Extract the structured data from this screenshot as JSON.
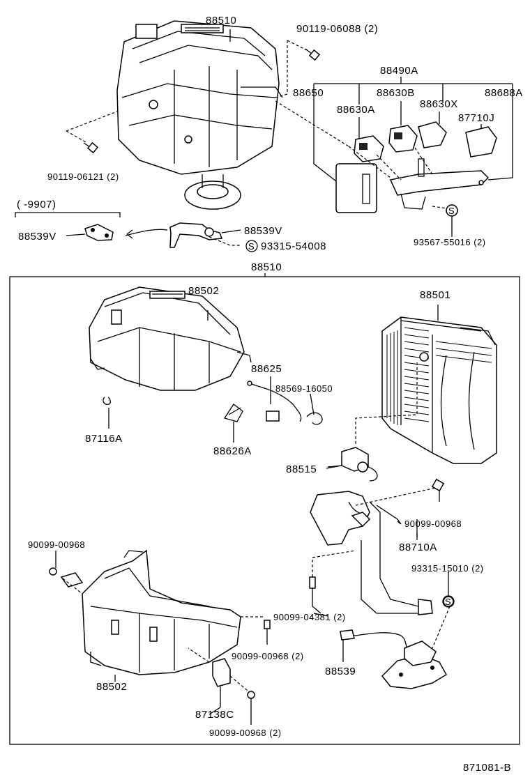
{
  "labels": {
    "assembly_top": "88510",
    "bolt_top_right": "90119-06088 (2)",
    "relay_group": "88490A",
    "relay_88650": "88650",
    "relay_88630b": "88630B",
    "relay_88688a": "88688A",
    "relay_88630a": "88630A",
    "relay_88630x": "88630X",
    "relay_87710j": "87710J",
    "bolt_left": "90119-06121 (2)",
    "date_range": "(       -9907)",
    "sensor_left": "88539V",
    "sensor_right": "88539V",
    "screw_93315_54008": "93315-54008",
    "screw_93567": "93567-55016 (2)",
    "assembly_box": "88510",
    "case_upper": "88502",
    "evaporator": "88501",
    "harness_88625": "88625",
    "clamp_88569": "88569-16050",
    "clip_87116a": "87116A",
    "clip_88626a": "88626A",
    "thermistor_88515": "88515",
    "screw_00968_a": "90099-00968",
    "expansion_valve": "88710A",
    "screw_00968_left": "90099-00968",
    "screw_15010": "93315-15010 (2)",
    "bolt_04381": "90099-04381 (2)",
    "sensor_88539": "88539",
    "screw_00968_b": "90099-00968 (2)",
    "case_lower": "88502",
    "bracket_87138c": "87138C",
    "screw_00968_c": "90099-00968 (2)",
    "diagram_id": "871081-B",
    "s_mark": "S"
  }
}
